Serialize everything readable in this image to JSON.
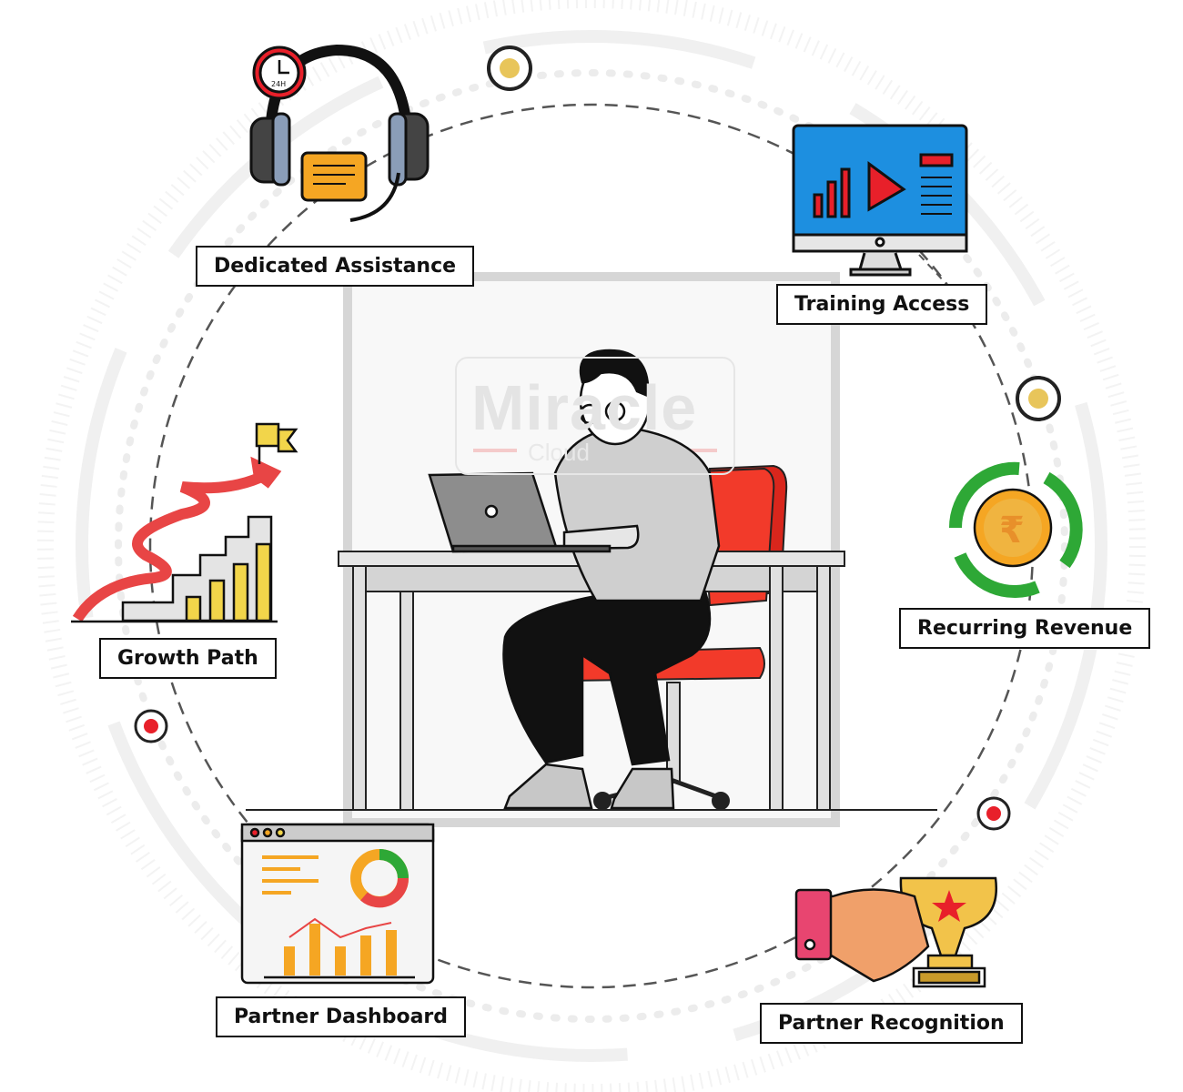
{
  "center_logo": {
    "name": "Miracle",
    "sub": "Cloud"
  },
  "clock_label": "24H",
  "features": [
    {
      "label": "Dedicated Assistance",
      "icon": "headset-icon"
    },
    {
      "label": "Training Access",
      "icon": "monitor-video-icon"
    },
    {
      "label": "Growth Path",
      "icon": "growth-staircase-icon"
    },
    {
      "label": "Recurring Revenue",
      "icon": "rupee-coin-cycle-icon"
    },
    {
      "label": "Partner Dashboard",
      "icon": "dashboard-icon"
    },
    {
      "label": "Partner Recognition",
      "icon": "handshake-trophy-icon"
    }
  ],
  "colors": {
    "red": "#e8202a",
    "yellow": "#e8c55a",
    "green": "#2ea836",
    "blue": "#1d8fe0",
    "orange": "#f5a623"
  }
}
